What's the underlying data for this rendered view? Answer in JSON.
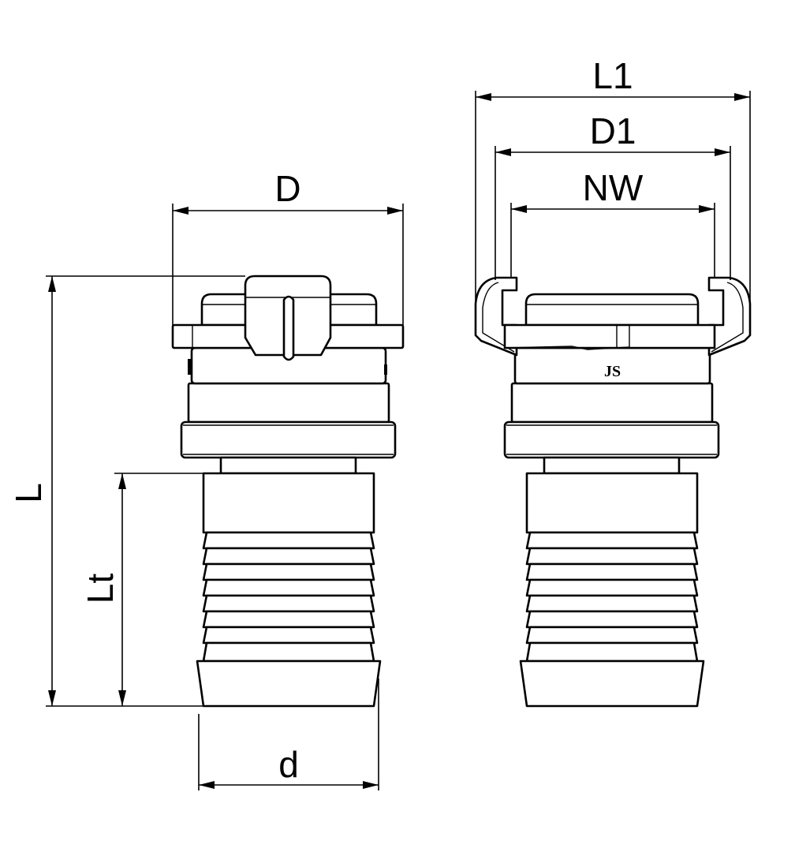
{
  "drawing": {
    "left_view": {
      "labels": {
        "D": "D",
        "L": "L",
        "Lt": "Lt",
        "d": "d"
      }
    },
    "right_view": {
      "labels": {
        "L1": "L1",
        "D1": "D1",
        "NW": "NW"
      },
      "logo_mark": "JS"
    },
    "colors": {
      "line": "#000000",
      "background": "#ffffff"
    }
  }
}
